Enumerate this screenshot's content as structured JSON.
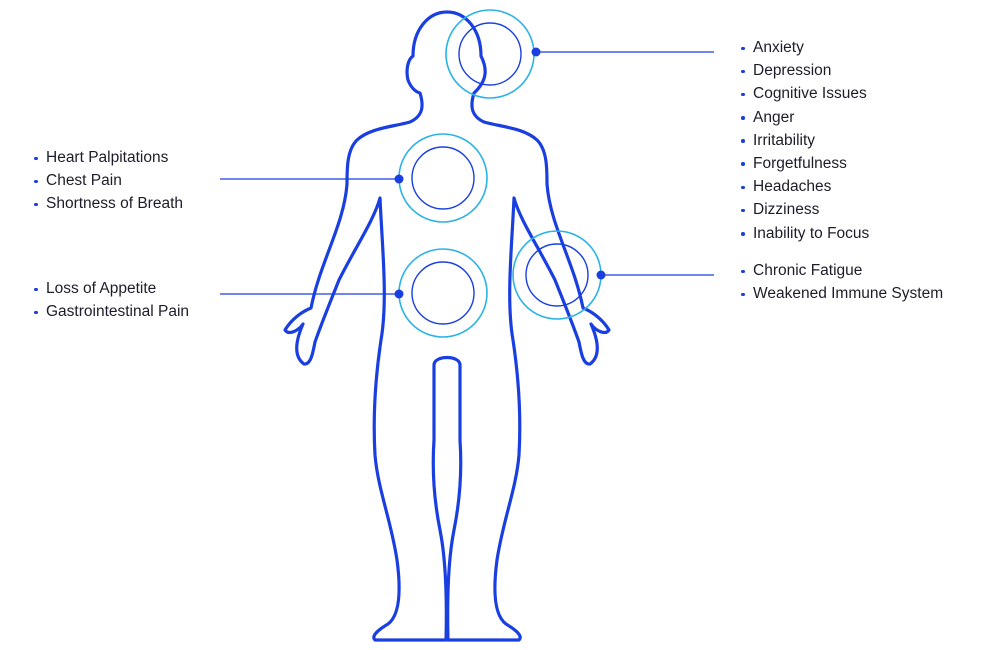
{
  "colors": {
    "body_outline": "#1a3fe0",
    "ring_outer": "#2bb3e6",
    "ring_inner": "#1a3fe0",
    "connector": "#1a3fe0",
    "text": "#1d1d2b",
    "background": "#ffffff"
  },
  "groups": {
    "head": {
      "items": [
        "Anxiety",
        "Depression",
        "Cognitive Issues",
        "Anger",
        "Irritability",
        "Forgetfulness",
        "Headaches",
        "Dizziness",
        "Inability to Focus"
      ]
    },
    "heart": {
      "items": [
        "Heart Palpitations",
        "Chest Pain",
        "Shortness of Breath"
      ]
    },
    "gut": {
      "items": [
        "Loss of Appetite",
        "Gastrointestinal Pain"
      ]
    },
    "arm": {
      "items": [
        "Chronic Fatigue",
        "Weakened Immune System"
      ]
    }
  }
}
